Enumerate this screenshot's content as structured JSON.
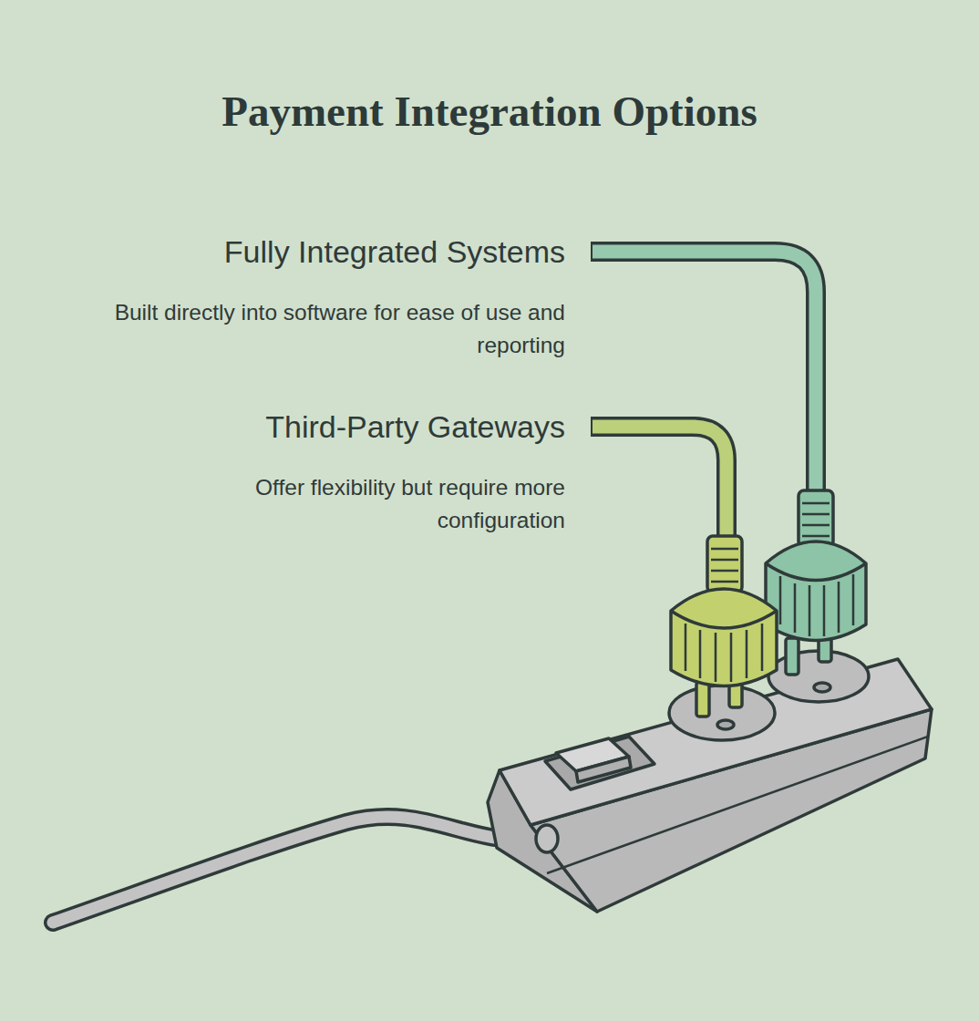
{
  "diagram": {
    "title": "Payment Integration Options",
    "labels": [
      "Fully Integrated Systems",
      "Built directly into software for ease of use and reporting",
      "Third-Party Gateways",
      "Offer flexibility but require more configuration"
    ]
  }
}
